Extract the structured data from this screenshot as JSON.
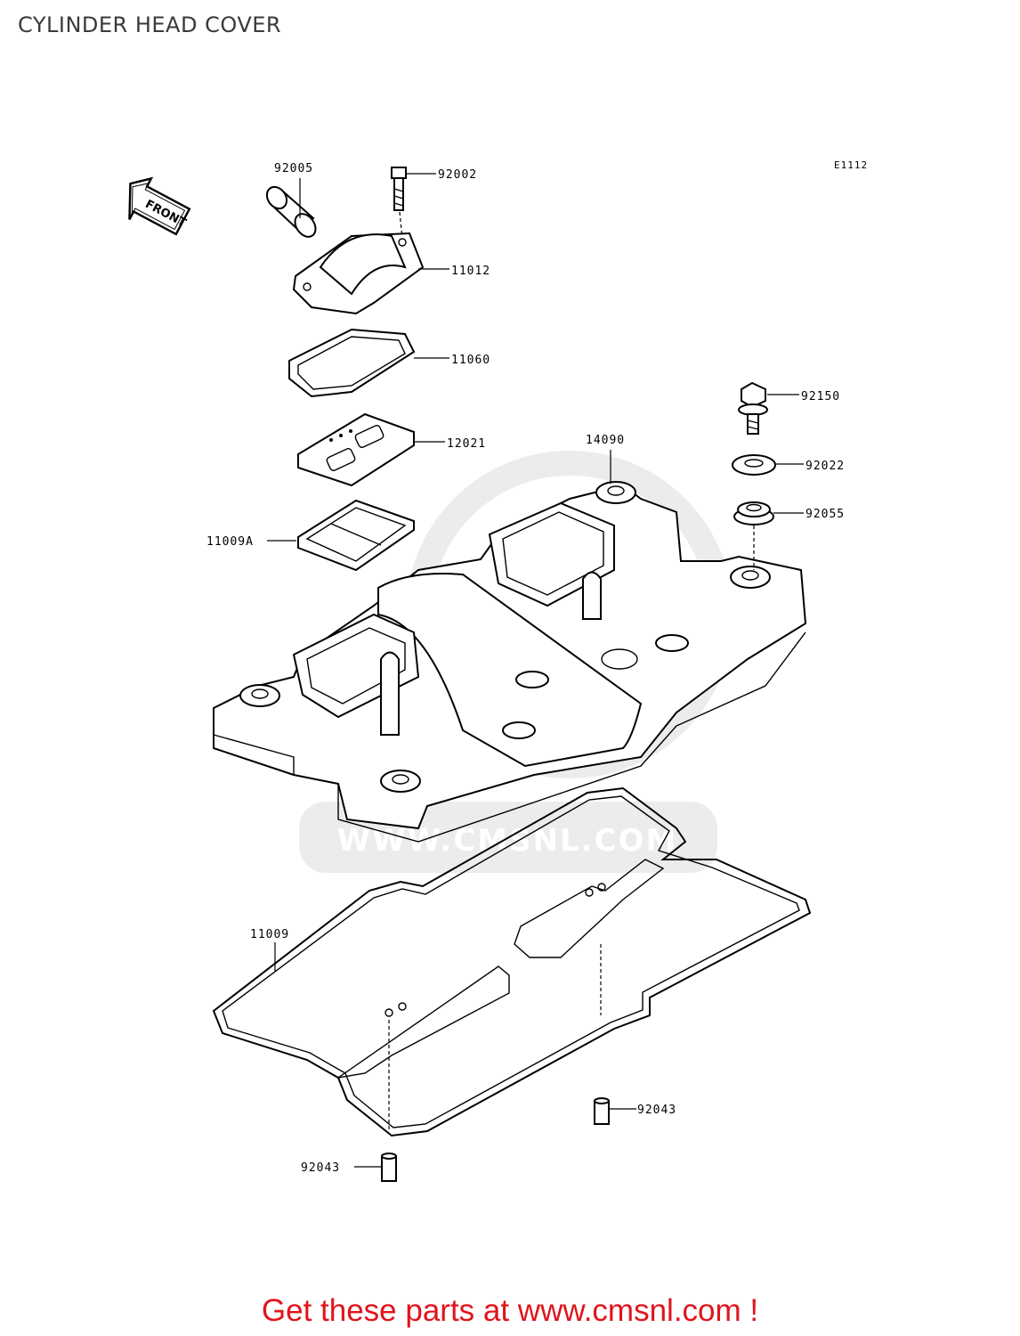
{
  "title": "CYLINDER HEAD COVER",
  "diagram_code": "E1112",
  "front_label": "FRONT",
  "watermark": "WWW.CMSNL.COM",
  "parts": [
    {
      "id": "p1",
      "number": "92005"
    },
    {
      "id": "p2",
      "number": "92002"
    },
    {
      "id": "p3",
      "number": "11012"
    },
    {
      "id": "p4",
      "number": "11060"
    },
    {
      "id": "p5",
      "number": "12021"
    },
    {
      "id": "p6",
      "number": "11009A"
    },
    {
      "id": "p7",
      "number": "14090"
    },
    {
      "id": "p8",
      "number": "92150"
    },
    {
      "id": "p9",
      "number": "92022"
    },
    {
      "id": "p10",
      "number": "92055"
    },
    {
      "id": "p11",
      "number": "11009"
    },
    {
      "id": "p12",
      "number": "92043"
    },
    {
      "id": "p13",
      "number": "92043"
    }
  ],
  "footer": {
    "cta": "Get these parts at www.cmsnl.com !"
  },
  "colors": {
    "cta": "#e0141c",
    "watermark": "#e6e6e6",
    "line": "#000000"
  }
}
